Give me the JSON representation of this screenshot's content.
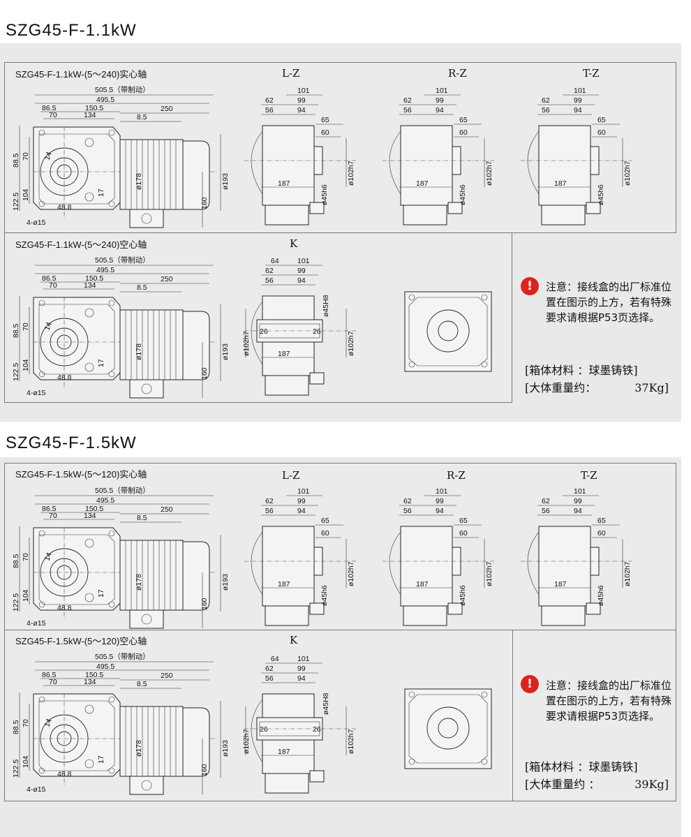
{
  "sections": [
    {
      "title": "SZG45-F-1.1kW",
      "solid": {
        "model": "SZG45-F-1.1kW-(5～240)实心轴",
        "views": [
          "L-Z",
          "R-Z",
          "T-Z"
        ]
      },
      "hollow": {
        "model": "SZG45-F-1.1kW-(5～240)空心轴",
        "view": "K"
      },
      "note": {
        "icon": "!",
        "text": "注意：接线盒的出厂标准位置在图示的上方，若有特殊要求请根据P53页选择。"
      },
      "spec": {
        "material_label": "[箱体材料 ：球墨铸铁]",
        "weight_label": "[大体重量约：",
        "weight_value": "37Kg]"
      }
    },
    {
      "title": "SZG45-F-1.5kW",
      "solid": {
        "model": "SZG45-F-1.5kW-(5～120)实心轴",
        "views": [
          "L-Z",
          "R-Z",
          "T-Z"
        ]
      },
      "hollow": {
        "model": "SZG45-F-1.5kW-(5～120)空心轴",
        "view": "K"
      },
      "note": {
        "icon": "!",
        "text": "注意：接线盒的出厂标准位置在图示的上方，若有特殊要求请根据P53页选择。"
      },
      "spec": {
        "material_label": "[箱体材料 ：球墨铸铁]",
        "weight_label": "[大体重量约 ：",
        "weight_value": "39Kg]"
      }
    }
  ],
  "dims": {
    "total": "505.5（带制动）",
    "d495": "495.5",
    "d86": "86.5",
    "d150": "150.5",
    "d70": "70",
    "d134": "134",
    "d8": "8.5",
    "d250": "250",
    "d88": "88.5",
    "d70v": "70",
    "d14": "14",
    "d122": "122.5",
    "d104": "104",
    "d48": "48.8",
    "d17": "17",
    "d178": "ø178",
    "d193": "ø193",
    "d160": "160",
    "holes": "4-ø15",
    "d101": "101",
    "d64": "64",
    "d62": "62",
    "d99": "99",
    "d56": "56",
    "d94": "94",
    "d65": "65",
    "d60": "60",
    "d187": "187",
    "d102": "ø102h7",
    "d45h6": "ø45h6",
    "d45H8": "ø45H8",
    "d26": "26"
  }
}
